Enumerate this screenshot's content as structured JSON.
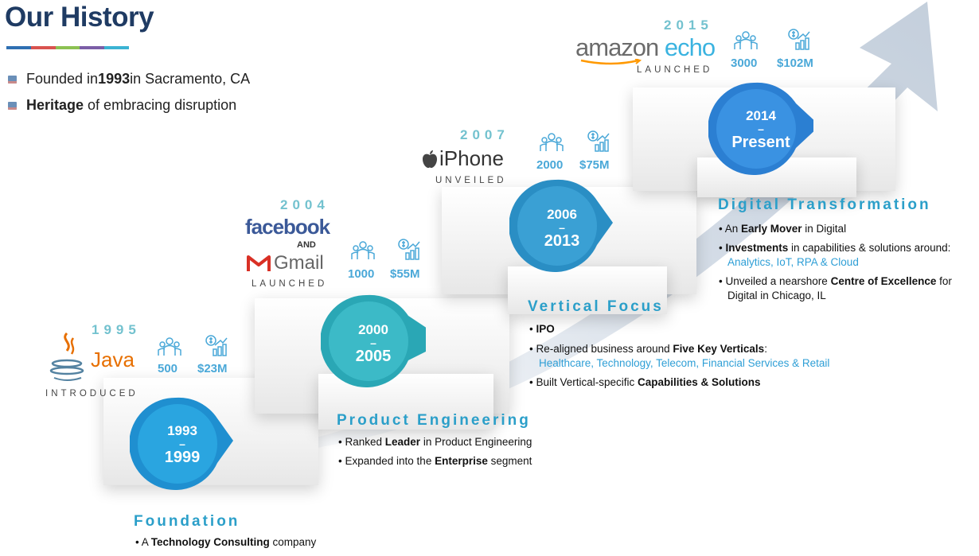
{
  "title": "Our History",
  "title_bar_colors": [
    "#2f6fb2",
    "#d9534f",
    "#8cc152",
    "#7b5ea7",
    "#3bb3d3"
  ],
  "intro": [
    {
      "pre": "Founded in ",
      "bold": "1993",
      "post": " in Sacramento, CA"
    },
    {
      "pre": "",
      "bold": "Heritage",
      "post": " of embracing disruption"
    }
  ],
  "milestones": [
    {
      "year": "1995",
      "logo": "Java",
      "logo_icon": "java-cup-icon",
      "sub": "INTRODUCED",
      "people": "500",
      "revenue": "$23M"
    },
    {
      "year": "2004",
      "logo": "facebook",
      "and": "AND",
      "logo2": "Gmail",
      "sub": "LAUNCHED",
      "people": "1000",
      "revenue": "$55M"
    },
    {
      "year": "2007",
      "logo": "iPhone",
      "logo_icon": "apple-icon",
      "sub": "UNVEILED",
      "people": "2000",
      "revenue": "$75M"
    },
    {
      "year": "2015",
      "logo": "amazon echo",
      "sub": "LAUNCHED",
      "people": "3000",
      "revenue": "$102M"
    }
  ],
  "phases": [
    {
      "from": "1993",
      "dash": "–",
      "to": "1999",
      "color": "#27a4df",
      "title": "Foundation",
      "bullets": [
        {
          "pre": "A ",
          "bold": "Technology Consulting",
          "post": " company"
        }
      ]
    },
    {
      "from": "2000",
      "dash": "–",
      "to": "2005",
      "color": "#39b6c3",
      "title": "Product Engineering",
      "bullets": [
        {
          "pre": "Ranked ",
          "bold": "Leader",
          "post": " in Product Engineering"
        },
        {
          "pre": "Expanded into the ",
          "bold": "Enterprise",
          "post": " segment"
        }
      ]
    },
    {
      "from": "2006",
      "dash": "–",
      "to": "2013",
      "color": "#3a9fd1",
      "title": "Vertical Focus",
      "bullets": [
        {
          "pre": "",
          "bold": "IPO",
          "post": ""
        },
        {
          "pre": "Re-aligned business around ",
          "bold": "Five Key Verticals",
          "post": ":",
          "sub": "Healthcare, Technology, Telecom, Financial Services & Retail"
        },
        {
          "pre": "Built Vertical-specific ",
          "bold": "Capabilities & Solutions",
          "post": ""
        }
      ]
    },
    {
      "from": "2014",
      "dash": "–",
      "to": "Present",
      "color": "#3a8fe0",
      "title": "Digital Transformation",
      "bullets": [
        {
          "pre": "An ",
          "bold": "Early Mover",
          "post": " in Digital"
        },
        {
          "pre": "",
          "bold": "Investments",
          "post": " in capabilities & solutions around:",
          "sub": "Analytics, IoT, RPA & Cloud"
        },
        {
          "pre": "Unveiled a nearshore ",
          "bold": "Centre of Excellence",
          "post": " for",
          "line2": "Digital in Chicago, IL"
        }
      ]
    }
  ]
}
